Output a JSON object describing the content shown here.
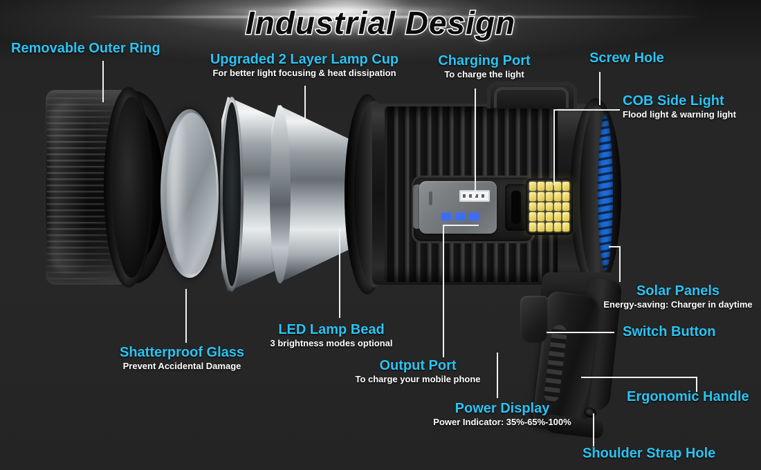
{
  "title": "Industrial Design",
  "theme": {
    "accent_cyan": "#2bc4f3",
    "sub_text": "#ffffff",
    "background": "#262626",
    "leader_line": "#f2f2f2",
    "solar_blue": "#1d6fe0",
    "led_blue": "#3d6ef0",
    "cob_yellow": "#ecd96a"
  },
  "callouts": [
    {
      "id": "removable-outer-ring",
      "heading": "Removable Outer Ring",
      "sub": ""
    },
    {
      "id": "upgraded-lamp-cup",
      "heading": "Upgraded 2 Layer Lamp Cup",
      "sub": "For better light focusing & heat dissipation"
    },
    {
      "id": "charging-port",
      "heading": "Charging Port",
      "sub": "To charge the light"
    },
    {
      "id": "screw-hole",
      "heading": "Screw Hole",
      "sub": ""
    },
    {
      "id": "cob-side-light",
      "heading": "COB Side Light",
      "sub": "Flood light & warning light"
    },
    {
      "id": "solar-panels",
      "heading": "Solar Panels",
      "sub": "Energy-saving: Charger in daytime"
    },
    {
      "id": "switch-button",
      "heading": "Switch Button",
      "sub": ""
    },
    {
      "id": "ergonomic-handle",
      "heading": "Ergonomic Handle",
      "sub": ""
    },
    {
      "id": "shoulder-strap-hole",
      "heading": "Shoulder Strap Hole",
      "sub": ""
    },
    {
      "id": "power-display",
      "heading": "Power Display",
      "sub": "Power Indicator: 35%-65%-100%"
    },
    {
      "id": "output-port",
      "heading": "Output Port",
      "sub": "To charge your mobile phone"
    },
    {
      "id": "led-lamp-bead",
      "heading": "LED Lamp Bead",
      "sub": "3 brightness modes optional"
    },
    {
      "id": "shatterproof-glass",
      "heading": "Shatterproof Glass",
      "sub": "Prevent Accidental Damage"
    }
  ],
  "product": {
    "name": "rechargeable-led-spotlight",
    "parts": [
      "removable-outer-ring",
      "shatterproof-glass",
      "outer-reflector-cup",
      "inner-reflector-cup",
      "finned-body",
      "control-panel",
      "cob-side-light-panel",
      "solar-panel-strip",
      "top-bracket",
      "pistol-grip-handle"
    ]
  }
}
